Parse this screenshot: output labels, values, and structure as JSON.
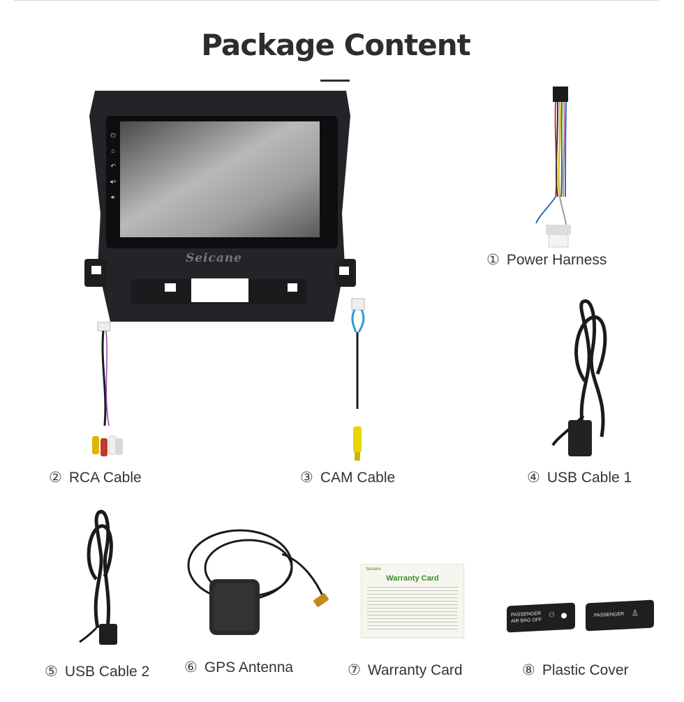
{
  "page": {
    "title": "Package Content"
  },
  "radio": {
    "brand": "Seicane",
    "side_icons": [
      "power-icon",
      "home-icon",
      "back-icon",
      "volume-up-icon",
      "volume-down-icon"
    ]
  },
  "items": [
    {
      "number": "①",
      "label": "Power Harness"
    },
    {
      "number": "②",
      "label": "RCA Cable"
    },
    {
      "number": "③",
      "label": "CAM Cable"
    },
    {
      "number": "④",
      "label": "USB Cable 1"
    },
    {
      "number": "⑤",
      "label": "USB Cable 2"
    },
    {
      "number": "⑥",
      "label": "GPS Antenna"
    },
    {
      "number": "⑦",
      "label": "Warranty Card"
    },
    {
      "number": "⑧",
      "label": "Plastic Cover"
    }
  ],
  "warranty_card": {
    "brand": "Seicane",
    "heading": "Warranty Card"
  },
  "plastic_cover": {
    "left_label_line1": "PASSENGER",
    "left_label_line2": "AIR BAG OFF",
    "right_label": "PASSENGER"
  },
  "colors": {
    "title": "#2d2d2d",
    "accent_green": "#3c8a2e",
    "cable_black": "#1b1b1b"
  }
}
